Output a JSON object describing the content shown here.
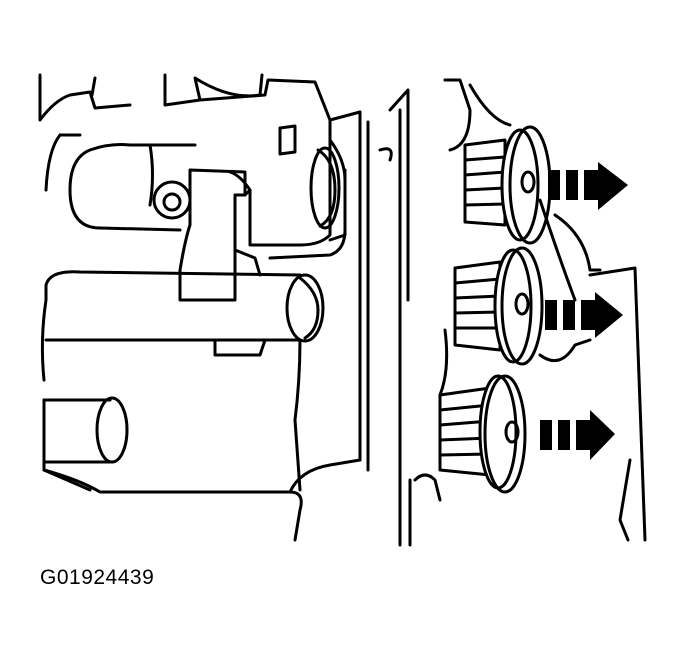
{
  "figure": {
    "caption": "G01924439",
    "ink_color": "#000000",
    "background_color": "#ffffff",
    "plug_count": 3,
    "arrow_count": 3
  }
}
